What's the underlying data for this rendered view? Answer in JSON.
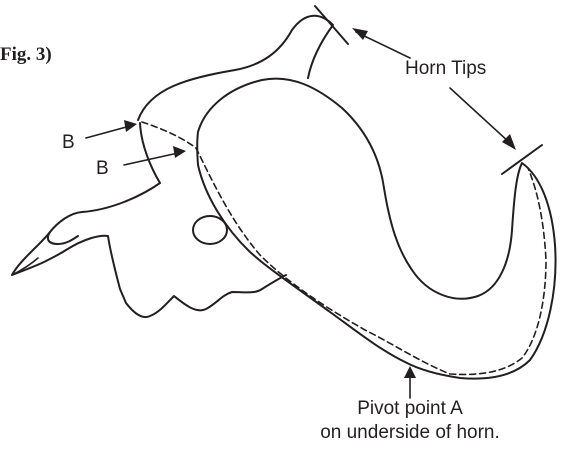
{
  "figure": {
    "caption": "Fig. 3)"
  },
  "labels": {
    "horn_tips": "Horn Tips",
    "b_upper": "B",
    "b_lower": "B",
    "pivot_line1": "Pivot point A",
    "pivot_line2": "on underside of horn."
  },
  "colors": {
    "ink": "#231f20",
    "background": "#ffffff"
  }
}
